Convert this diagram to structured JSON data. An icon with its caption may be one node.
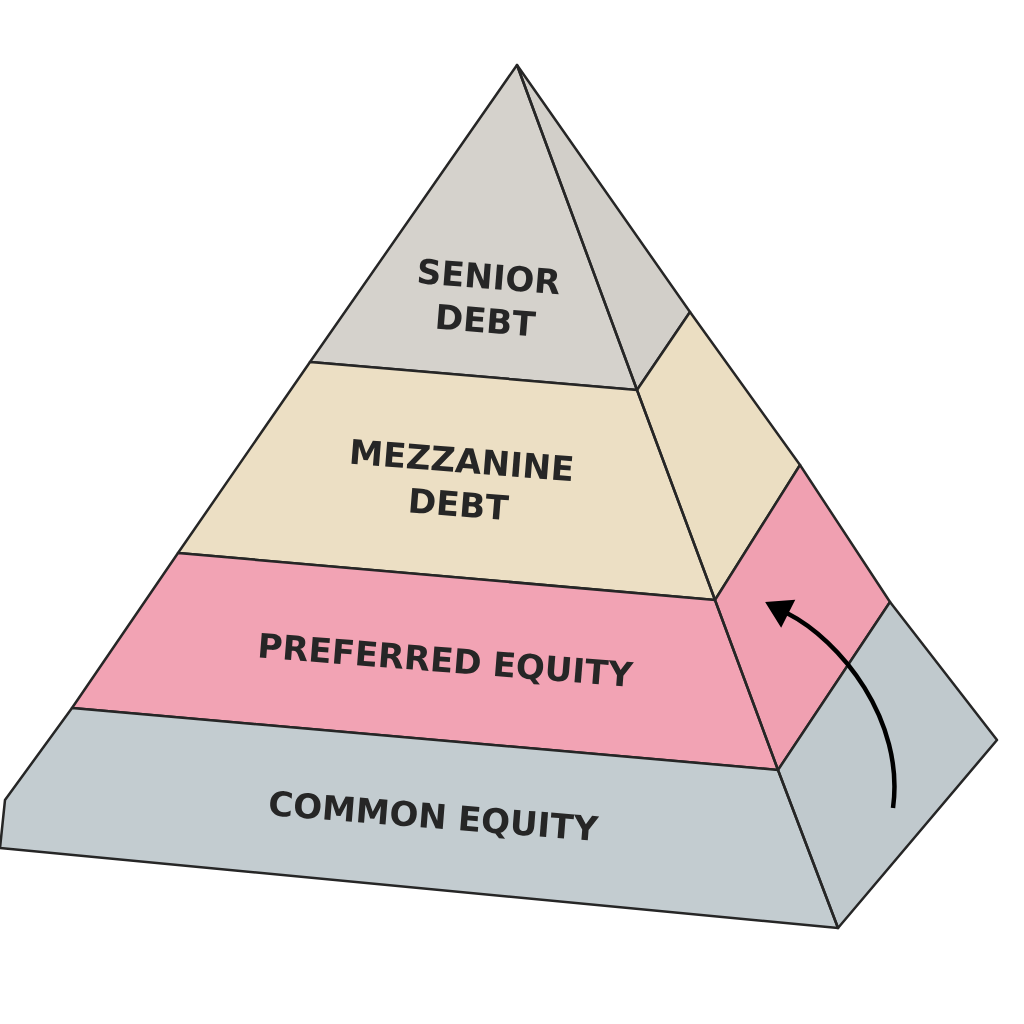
{
  "diagram": {
    "nodes": [
      {
        "text": [
          "SENIOR DEBT"
        ]
      },
      {
        "text": [
          "MEZZANINE DEBT"
        ]
      },
      {
        "text": [
          "PREFERRED EQUITY"
        ]
      },
      {
        "text": [
          "COMMON EQUITY"
        ]
      }
    ],
    "edges": [
      {
        "from": 3,
        "to": 2,
        "arrow": "to"
      }
    ]
  }
}
